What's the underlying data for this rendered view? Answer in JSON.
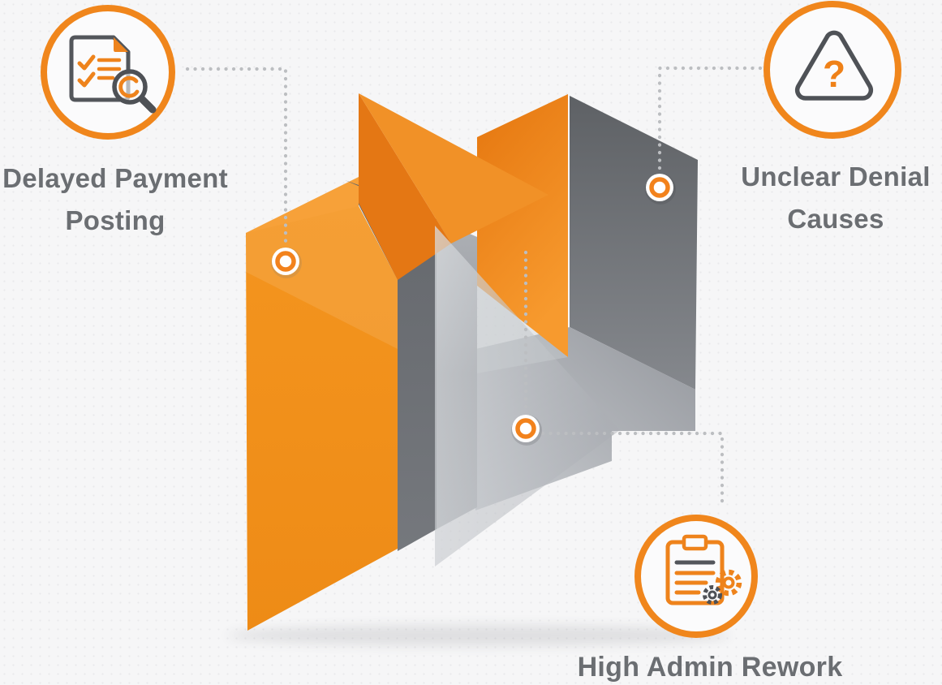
{
  "colors": {
    "accent_orange": "#F0861C",
    "deep_orange": "#E5760F",
    "light_orange": "#F7A139",
    "dark_gray": "#5F6266",
    "mid_gray": "#8A8D92",
    "light_gray": "#C9CCD0",
    "text_gray": "#6B6E72",
    "leader_dot_gray": "#BCBEC1"
  },
  "callouts": [
    {
      "id": "delayed-payment-posting",
      "icon": "document-search-icon",
      "line1": "Delayed Payment",
      "line2": "Posting"
    },
    {
      "id": "unclear-denial-causes",
      "icon": "warning-question-icon",
      "line1": "Unclear Denial",
      "line2": "Causes",
      "question_mark": "?"
    },
    {
      "id": "high-admin-rework",
      "icon": "clipboard-gears-icon",
      "line1": "High Admin Rework",
      "line2": ""
    }
  ]
}
